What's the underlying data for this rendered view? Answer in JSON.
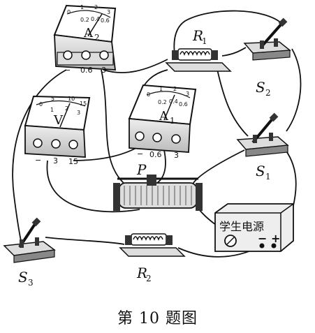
{
  "caption": "第 10 题图",
  "ammeter_a2": {
    "symbol": "A",
    "sub": "2",
    "ticks": [
      "0",
      "1",
      "2",
      "3"
    ],
    "ticks_small": [
      "0.2",
      "0.4",
      "0.6"
    ],
    "terminals": [
      "−",
      "0.6",
      "3"
    ]
  },
  "ammeter_a1": {
    "symbol": "A",
    "sub": "1",
    "ticks": [
      "0",
      "1",
      "2",
      "3"
    ],
    "ticks_small": [
      "0.2",
      "0.4",
      "0.6"
    ],
    "terminals": [
      "−",
      "0.6",
      "3"
    ]
  },
  "voltmeter": {
    "symbol": "V",
    "ticks": [
      "0",
      "5",
      "10",
      "15"
    ],
    "ticks_small": [
      "1",
      "2",
      "3"
    ],
    "terminals": [
      "−",
      "3",
      "15"
    ]
  },
  "resistor_r1": {
    "letter": "R",
    "sub": "1"
  },
  "resistor_r2": {
    "letter": "R",
    "sub": "2"
  },
  "rheostat": {
    "letter": "P"
  },
  "switch_s1": {
    "letter": "S",
    "sub": "1"
  },
  "switch_s2": {
    "letter": "S",
    "sub": "2"
  },
  "switch_s3": {
    "letter": "S",
    "sub": "3"
  },
  "power_supply": {
    "label": "学生电源",
    "minus": "−",
    "plus": "+"
  }
}
